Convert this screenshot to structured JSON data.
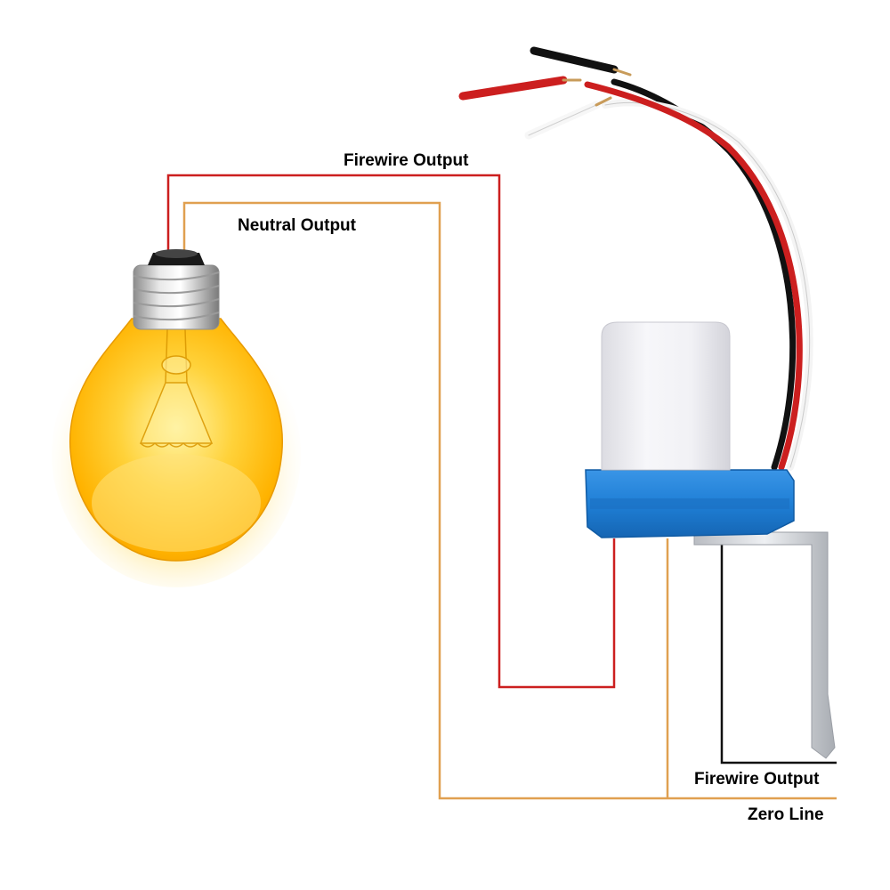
{
  "labels": {
    "firewire_output_top": "Firewire Output",
    "neutral_output": "Neutral Output",
    "firewire_output_bottom": "Firewire Output",
    "zero_line": "Zero Line"
  },
  "colors": {
    "firewire_wire": "#cc1f1f",
    "neutral_wire": "#e0a050",
    "black_wire": "#111111",
    "sensor_base": "#1f7fd6",
    "sensor_dome": "#f2f2f4",
    "bulb_glass": "#ffc21a",
    "bulb_glow": "#ffe58a",
    "bulb_socket": "#c9c9c9"
  },
  "icons": {
    "bulb": "light-bulb-icon",
    "sensor": "photocell-sensor-icon"
  }
}
